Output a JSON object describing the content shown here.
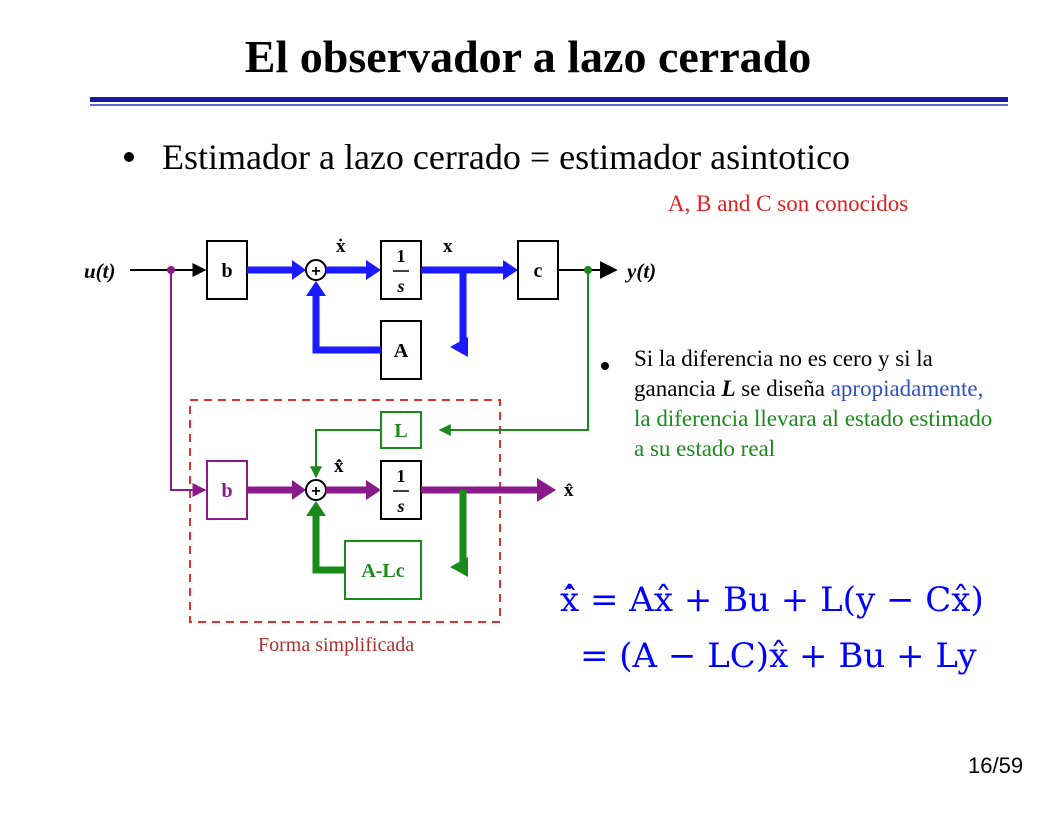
{
  "title": "El observador a lazo cerrado",
  "main_bullet": "Estimador a lazo cerrado = estimador asintotico",
  "note": "A, B and C son conocidos",
  "diagram": {
    "input_label": "u(t)",
    "output_label": "y(t)",
    "xdot_label": "ẋ",
    "x_label": "x",
    "xhatdot_label": "x̂̇",
    "xhat_label": "x̂",
    "plant_b": "b",
    "plant_integrator_num": "1",
    "plant_integrator_den": "s",
    "plant_c": "c",
    "plant_A": "A",
    "obs_L": "L",
    "obs_b": "b",
    "obs_integrator_num": "1",
    "obs_integrator_den": "s",
    "obs_ALc": "A-Lc",
    "sum_symbol": "+",
    "colors": {
      "plant": "#1a1aff",
      "observer": "#8a1a8a",
      "feedback": "#1a8a1a",
      "dashed": "#e03030"
    }
  },
  "caption": "Forma simplificada",
  "side_text": {
    "part1": "Si la diferencia no es cero y si la ganancia ",
    "L": "L",
    "part2": " se diseña ",
    "blue": "apropiadamente,",
    "green": " la diferencia llevara al estado estimado a su estado real"
  },
  "equation1": "x̂̇ = Ax̂ + Bu + L(y − Cx̂)",
  "equation2": "= (A − LC)x̂ + Bu + Ly",
  "page_number": "16/59"
}
